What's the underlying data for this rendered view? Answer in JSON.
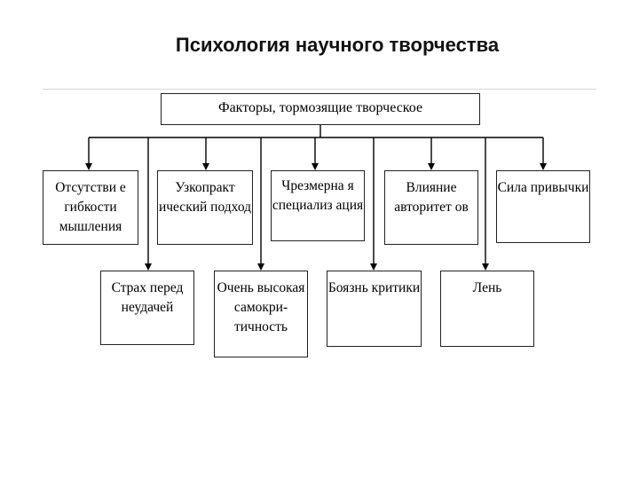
{
  "title": "Психология научного творчества",
  "diagram": {
    "root": "Факторы, тормозящие творческое",
    "top_row": [
      {
        "label": "Отсутстви е гибкости мышления"
      },
      {
        "label": "Узкопракт ический подход"
      },
      {
        "label": "Чрезмерна я специализ ация"
      },
      {
        "label": "Влияние авторитет ов"
      },
      {
        "label": "Сила привычки"
      }
    ],
    "bottom_row": [
      {
        "label": "Страх перед неудачей"
      },
      {
        "label": "Очень высокая самокри- тичность"
      },
      {
        "label": "Боязнь критики"
      },
      {
        "label": "Лень"
      }
    ]
  }
}
